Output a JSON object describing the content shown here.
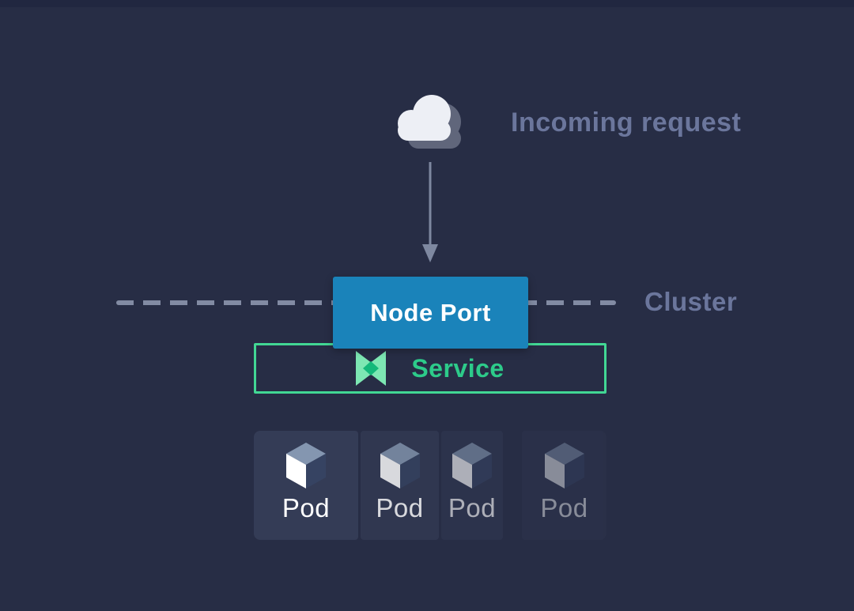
{
  "diagram": {
    "title": "Kubernetes NodePort service diagram",
    "background_color": "#272d45"
  },
  "incoming": {
    "label": "Incoming request",
    "icon": "cloud-icon",
    "label_color": "#6b769c",
    "cloud_fill": "#edeff5",
    "cloud_shadow": "#878d9f"
  },
  "flow": {
    "icon": "arrow-down-icon",
    "arrow_color": "#7e88a0"
  },
  "cluster": {
    "label": "Cluster",
    "label_color": "#6b769c",
    "dash_color": "#828ba3"
  },
  "node_port": {
    "label": "Node Port",
    "bg_color": "#1a83ba",
    "text_color": "#ffffff"
  },
  "service": {
    "label": "Service",
    "icon": "service-bowtie-icon",
    "border_color": "#42d794",
    "text_color": "#2dcb8a",
    "icon_light_color": "#7de7b3",
    "icon_dark_color": "#14b87a"
  },
  "pods": {
    "icon": "cube-icon",
    "cube_colors": {
      "top": "#8496b0",
      "left": "#ffffff",
      "right": "#364362"
    },
    "items": [
      {
        "label": "Pod"
      },
      {
        "label": "Pod"
      },
      {
        "label": "Pod"
      },
      {
        "label": "Pod"
      }
    ]
  }
}
